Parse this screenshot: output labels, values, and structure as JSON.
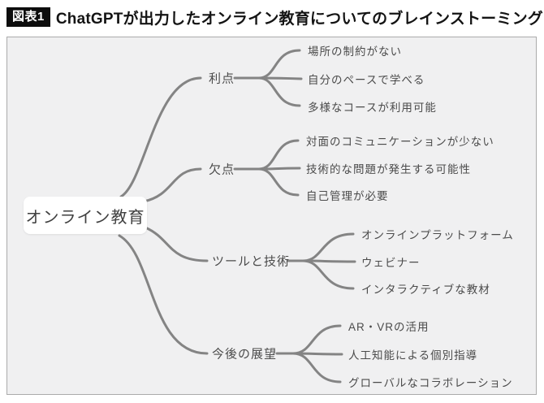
{
  "header": {
    "badge": "図表1",
    "title": "ChatGPTが出力したオンライン教育についてのブレインストーミング"
  },
  "mindmap": {
    "root": "オンライン教育",
    "branches": [
      {
        "label": "利点",
        "children": [
          "場所の制約がない",
          "自分のペースで学べる",
          "多様なコースが利用可能"
        ]
      },
      {
        "label": "欠点",
        "children": [
          "対面のコミュニケーションが少ない",
          "技術的な問題が発生する可能性",
          "自己管理が必要"
        ]
      },
      {
        "label": "ツールと技術",
        "children": [
          "オンラインプラットフォーム",
          "ウェビナー",
          "インタラクティブな教材"
        ]
      },
      {
        "label": "今後の展望",
        "children": [
          "AR・VRの活用",
          "人工知能による個別指導",
          "グローバルなコラボレーション"
        ]
      }
    ],
    "colors": {
      "line": "#848484",
      "diagram_background": "#f0f0f1",
      "diagram_border": "#ababab",
      "badge_background": "#0d0d0d",
      "badge_text": "#ffffff",
      "label_text": "#4b4b4b"
    }
  }
}
